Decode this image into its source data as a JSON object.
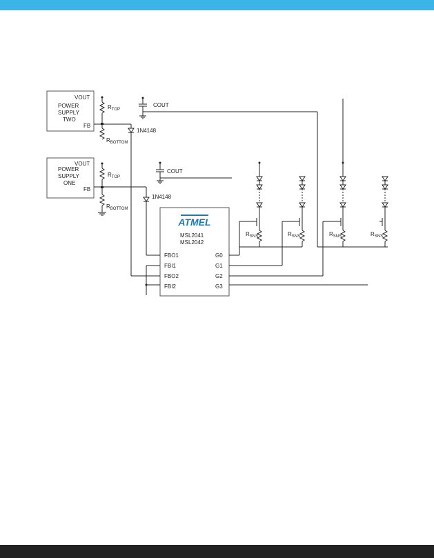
{
  "colors": {
    "top_bar": "#3db4e8",
    "bottom_bar": "#222222",
    "logo": "#1a7ab8"
  },
  "supply_two": {
    "vout": "VOUT",
    "line1": "POWER",
    "line2": "SUPPLY",
    "line3": "TWO",
    "fb": "FB",
    "r_top": "R",
    "r_top_sub": "TOP",
    "r_bottom": "R",
    "r_bottom_sub": "BOTTOM",
    "diode": "1N4148",
    "cap": "COUT"
  },
  "supply_one": {
    "vout": "VOUT",
    "line1": "POWER",
    "line2": "SUPPLY",
    "line3": "ONE",
    "fb": "FB",
    "r_top": "R",
    "r_top_sub": "TOP",
    "r_bottom": "R",
    "r_bottom_sub": "BOTTOM",
    "diode": "1N4148",
    "cap": "COUT"
  },
  "ic": {
    "logo_text": "ATMEL",
    "part1": "MSL2041",
    "part2": "MSL2042",
    "pins_left": [
      "FBO1",
      "FBI1",
      "FBO2",
      "FBI2"
    ],
    "pins_right": [
      "G0",
      "G1",
      "G2",
      "G3"
    ]
  },
  "sense_resistors": [
    {
      "main": "R",
      "sub": "SNS"
    },
    {
      "main": "R",
      "sub": "SNS"
    },
    {
      "main": "R",
      "sub": "SNS"
    },
    {
      "main": "R",
      "sub": "SNS"
    }
  ]
}
